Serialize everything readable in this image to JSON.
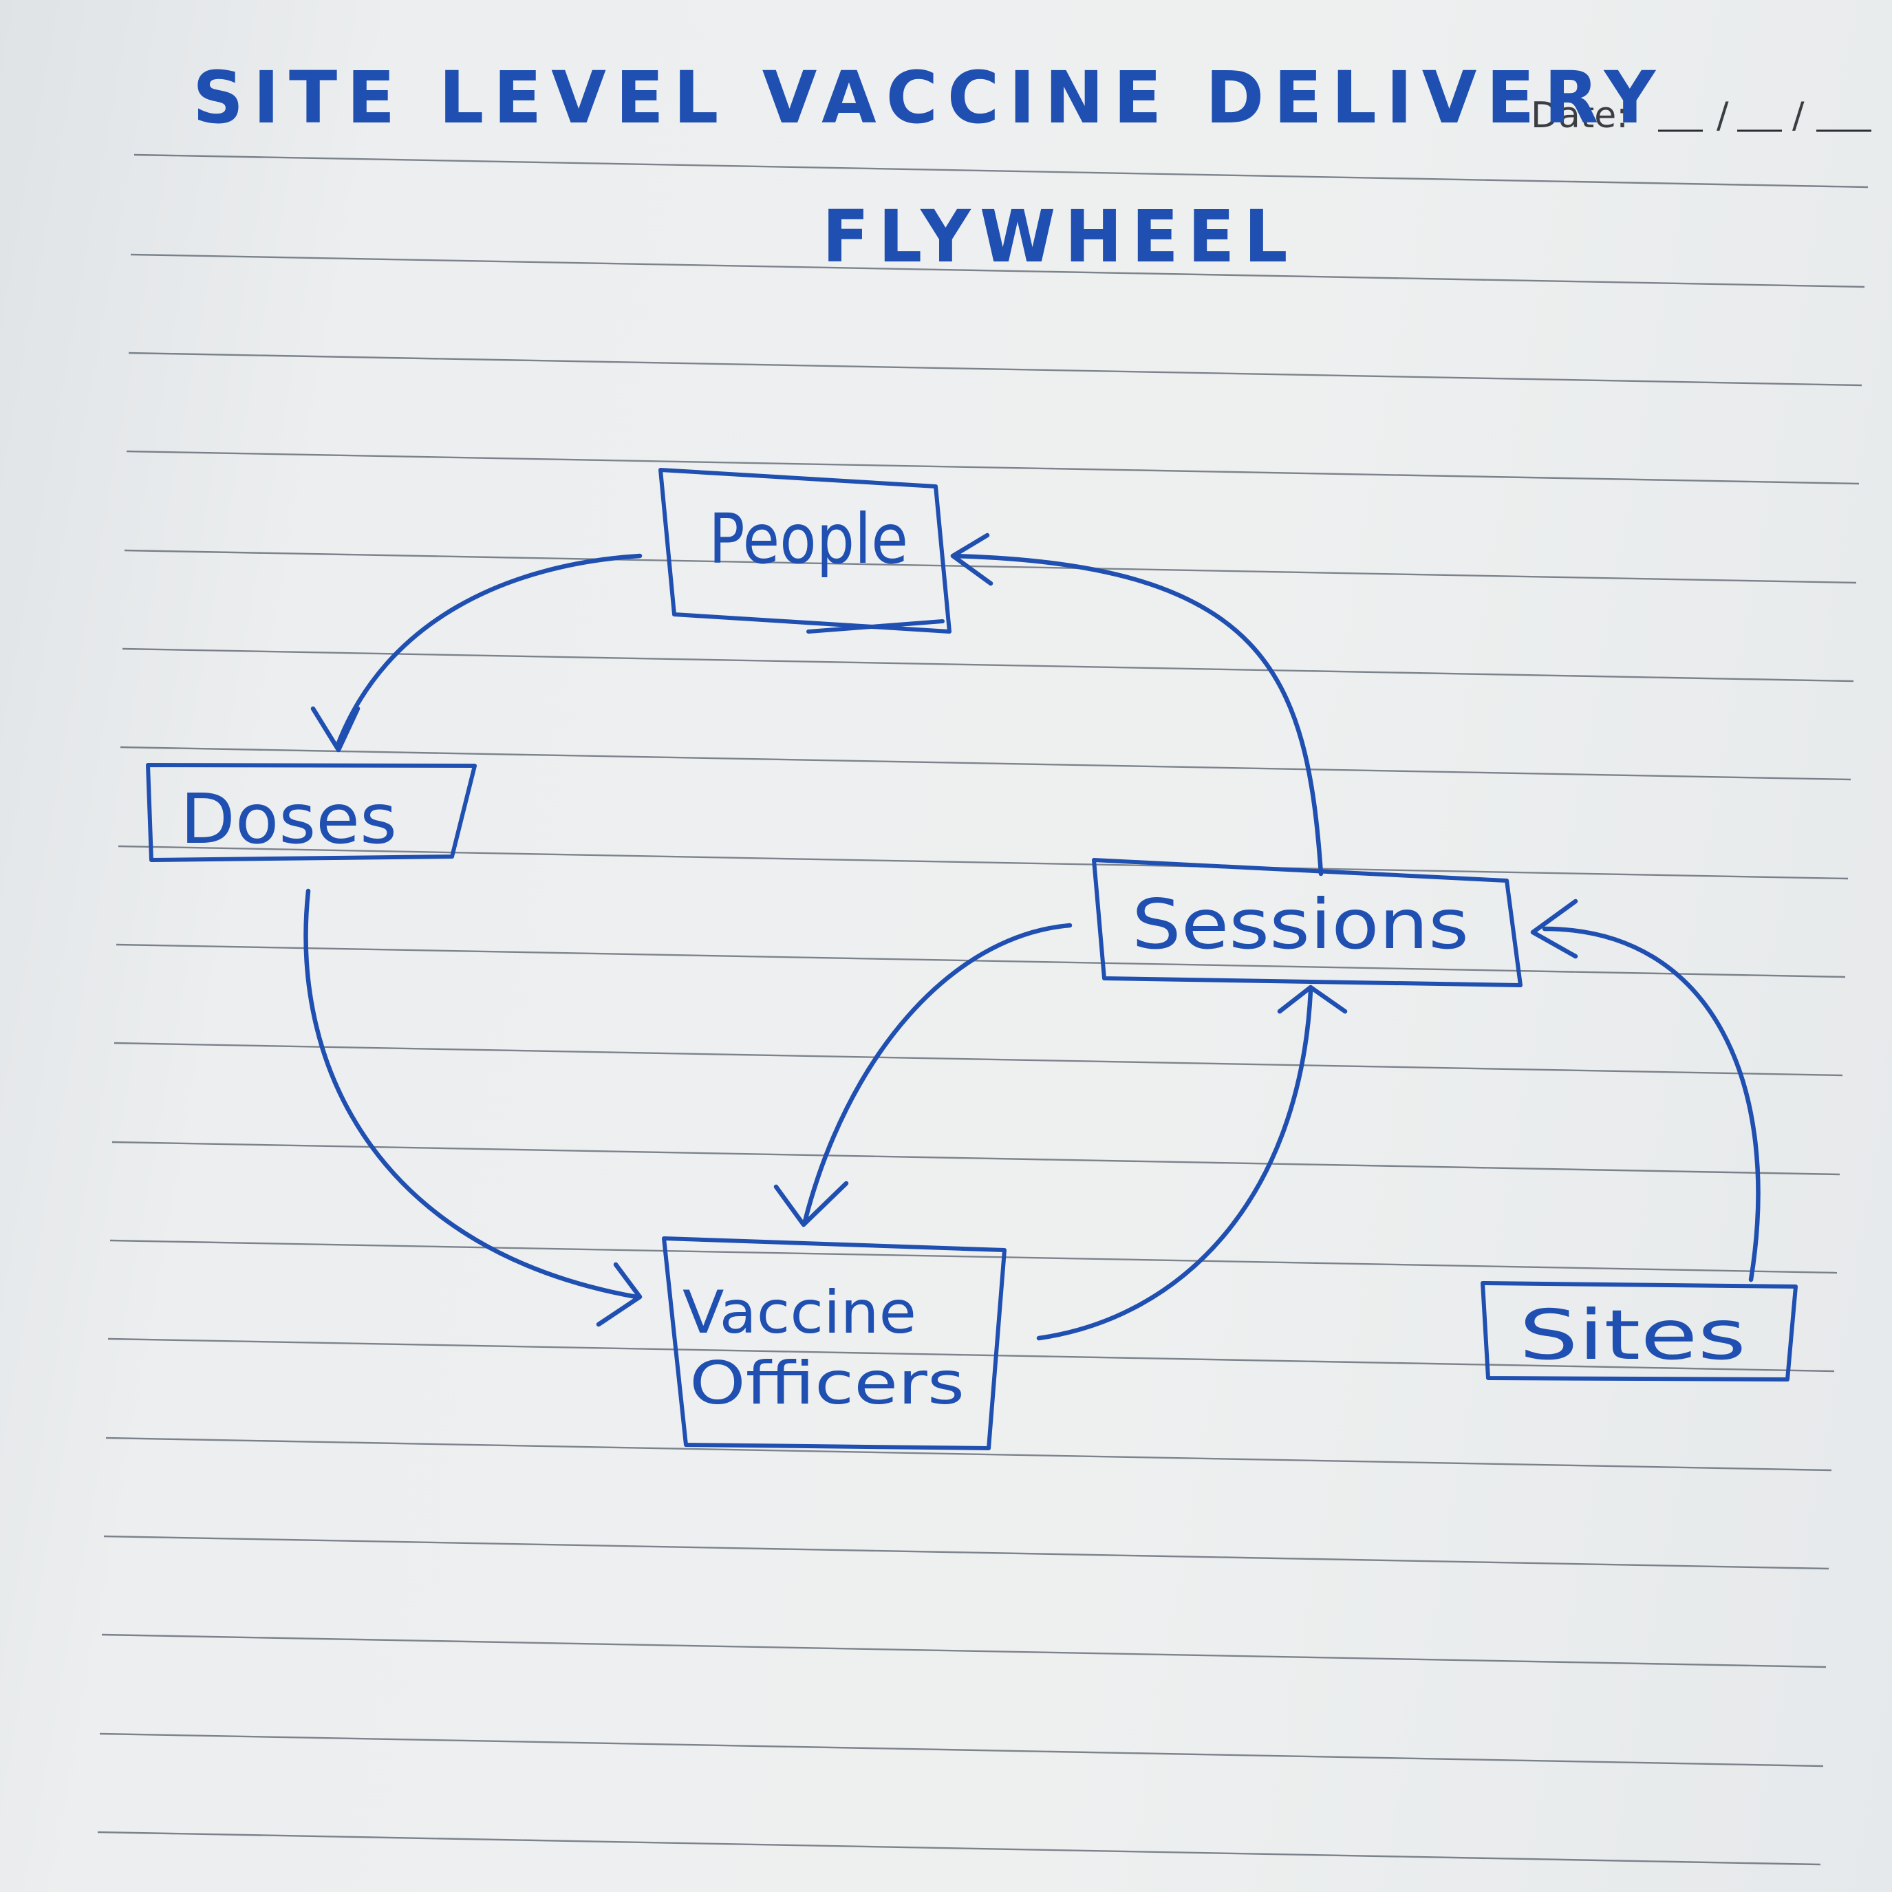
{
  "title": {
    "line1": "SITE LEVEL VACCINE DELIVERY",
    "line2": "FLYWHEEL"
  },
  "date_field": {
    "label": "Date:",
    "separators": [
      "/",
      "/"
    ]
  },
  "nodes": {
    "people": {
      "label": "People"
    },
    "doses": {
      "label": "Doses"
    },
    "sessions": {
      "label": "Sessions"
    },
    "vaccine_officers": {
      "label_line1": "Vaccine",
      "label_line2": "Officers"
    },
    "sites": {
      "label": "Sites"
    }
  },
  "edges": [
    {
      "from": "People",
      "to": "Doses"
    },
    {
      "from": "Doses",
      "to": "Vaccine Officers"
    },
    {
      "from": "Vaccine Officers",
      "to": "Sessions"
    },
    {
      "from": "Sessions",
      "to": "Vaccine Officers"
    },
    {
      "from": "Sessions",
      "to": "People"
    },
    {
      "from": "Sites",
      "to": "Sessions"
    }
  ],
  "colors": {
    "ink": "#1f4fb0",
    "paper": "#eceeef",
    "rule": "#1f2a3a"
  }
}
